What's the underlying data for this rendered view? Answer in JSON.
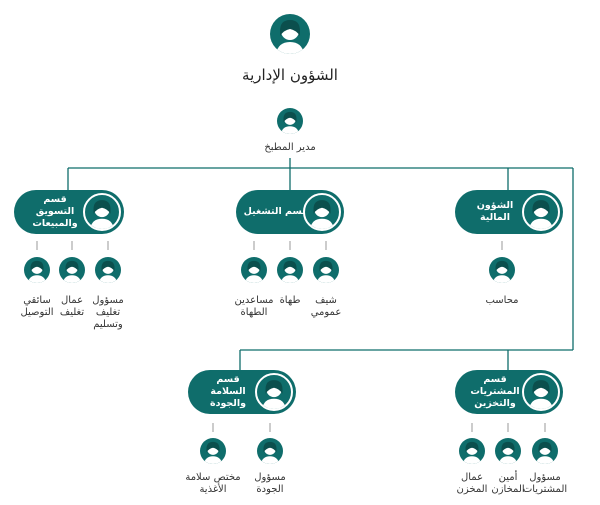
{
  "top": {
    "title": "الشؤون الإدارية"
  },
  "manager": {
    "label": "مدير المطبخ"
  },
  "departments": {
    "marketing": {
      "line1": "قسم",
      "line2": "التسويق والمبيعات"
    },
    "operations": {
      "line1": "قسم التشغيل"
    },
    "finance": {
      "line1": "الشؤون المالية"
    },
    "safety": {
      "line1": "قسم",
      "line2": "السلامة والجودة"
    },
    "purchasing": {
      "line1": "قسم",
      "line2": "المشتريات والتخزين"
    }
  },
  "staff": {
    "marketing": [
      {
        "line1": "سائقي",
        "line2": "التوصيل"
      },
      {
        "line1": "عمال",
        "line2": "تغليف"
      },
      {
        "line1": "مسؤول",
        "line2": "تغليف",
        "line3": "وتسليم"
      }
    ],
    "operations": [
      {
        "line1": "مساعدين",
        "line2": "الطهاة"
      },
      {
        "line1": "طهاة"
      },
      {
        "line1": "شيف",
        "line2": "عمومي"
      }
    ],
    "finance": [
      {
        "line1": "محاسب"
      }
    ],
    "safety": [
      {
        "line1": "مختص سلامة",
        "line2": "الأغذية"
      },
      {
        "line1": "مسؤول",
        "line2": "الجودة"
      }
    ],
    "purchasing": [
      {
        "line1": "عمال",
        "line2": "المخزن"
      },
      {
        "line1": "أمين",
        "line2": "المخازن"
      },
      {
        "line1": "مسؤول",
        "line2": "المشتريات"
      }
    ]
  },
  "colors": {
    "node": "#0f6d6b",
    "line": "#0f6d6b",
    "text": "#333333"
  },
  "icons": {
    "person": "person-icon"
  }
}
